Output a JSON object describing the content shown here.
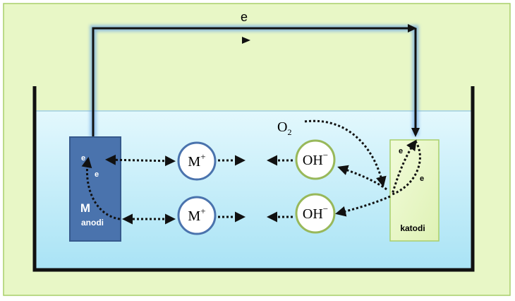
{
  "labels": {
    "electron_top": "e",
    "oxygen": "O",
    "oxygen_sub": "2",
    "anode_symbol": "M",
    "anode_name": "anodi",
    "cathode_name": "katodi",
    "anode_e1": "e",
    "anode_e2": "e",
    "cathode_e1": "e",
    "cathode_e2": "e"
  },
  "ions": {
    "cation_base": "M",
    "cation_charge": "+",
    "anion_base": "OH",
    "anion_charge": "−"
  },
  "colors": {
    "panel_bg": "#e8f7c6",
    "panel_border": "#a9cf6a",
    "electrolyte_top": "#e3f8fd",
    "electrolyte_bottom": "#a9e3f5",
    "container": "#111111",
    "anode_fill": "#4a73ad",
    "anode_border": "#36598c",
    "cathode_fill": "#e8f7c6",
    "cathode_border": "#a9cf6a",
    "cation_ring": "#4a73ad",
    "anion_ring": "#98b85a",
    "wire": "#111111",
    "wire_glow": "#6ea8e6"
  }
}
